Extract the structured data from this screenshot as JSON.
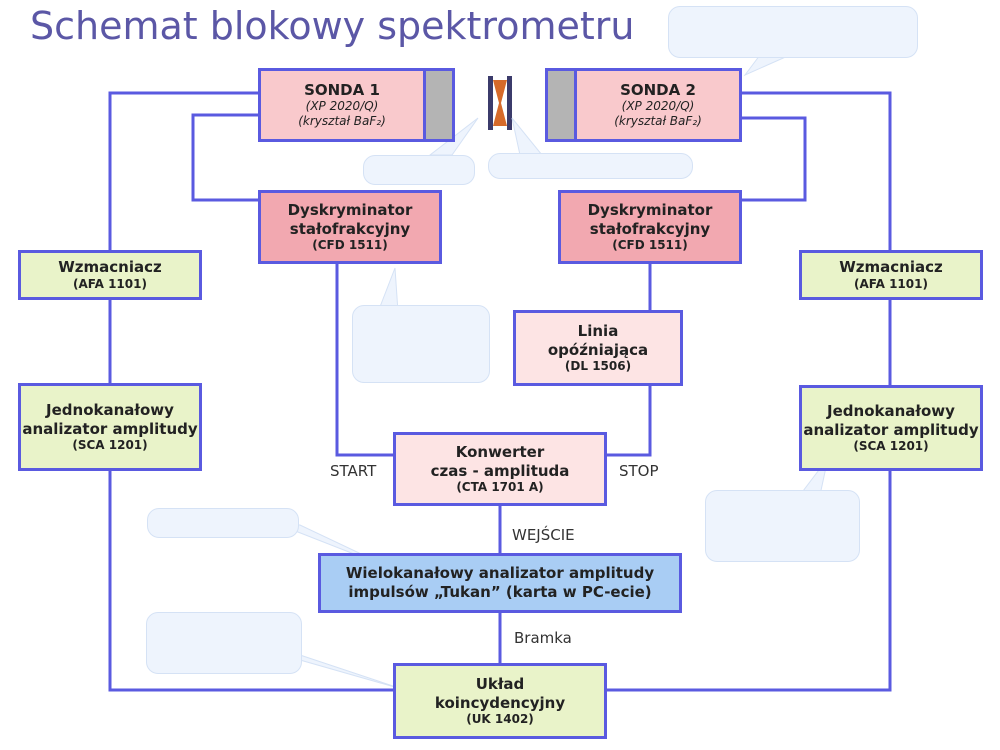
{
  "title": "Schemat blokowy spektrometru",
  "sonda1": {
    "name": "SONDA 1",
    "model": "(XP 2020/Q)",
    "crystal": "(kryształ BaF₂)"
  },
  "sonda2": {
    "name": "SONDA 2",
    "model": "(XP 2020/Q)",
    "crystal": "(kryształ BaF₂)"
  },
  "cfd1": {
    "line1": "Dyskryminator",
    "line2": "stałofrakcyjny",
    "code": "(CFD 1511)"
  },
  "cfd2": {
    "line1": "Dyskryminator",
    "line2": "stałofrakcyjny",
    "code": "(CFD 1511)"
  },
  "amp_left": {
    "line1": "Wzmacniacz",
    "code": "(AFA 1101)"
  },
  "amp_right": {
    "line1": "Wzmacniacz",
    "code": "(AFA 1101)"
  },
  "sca_left": {
    "line1": "Jednokanałowy",
    "line2": "analizator amplitudy",
    "code": "(SCA 1201)"
  },
  "sca_right": {
    "line1": "Jednokanałowy",
    "line2": "analizator amplitudy",
    "code": "(SCA 1201)"
  },
  "delay": {
    "line1": "Linia",
    "line2": "opóźniająca",
    "code": "(DL 1506)"
  },
  "tac": {
    "line1": "Konwerter",
    "line2": "czas - amplituda",
    "code": "(CTA 1701 A)"
  },
  "mca": {
    "line1": "Wielokanałowy analizator amplitudy",
    "line2": "impulsów „Tukan” (karta w PC-ecie)"
  },
  "coinc": {
    "line1": "Układ",
    "line2": "koincydencyjny",
    "code": "(UK 1402)"
  },
  "labels": {
    "start": "START",
    "stop": "STOP",
    "input": "WEJŚCIE",
    "gate": "Bramka"
  },
  "colors": {
    "line": "#5a5ae0",
    "title": "#5b57a6"
  }
}
